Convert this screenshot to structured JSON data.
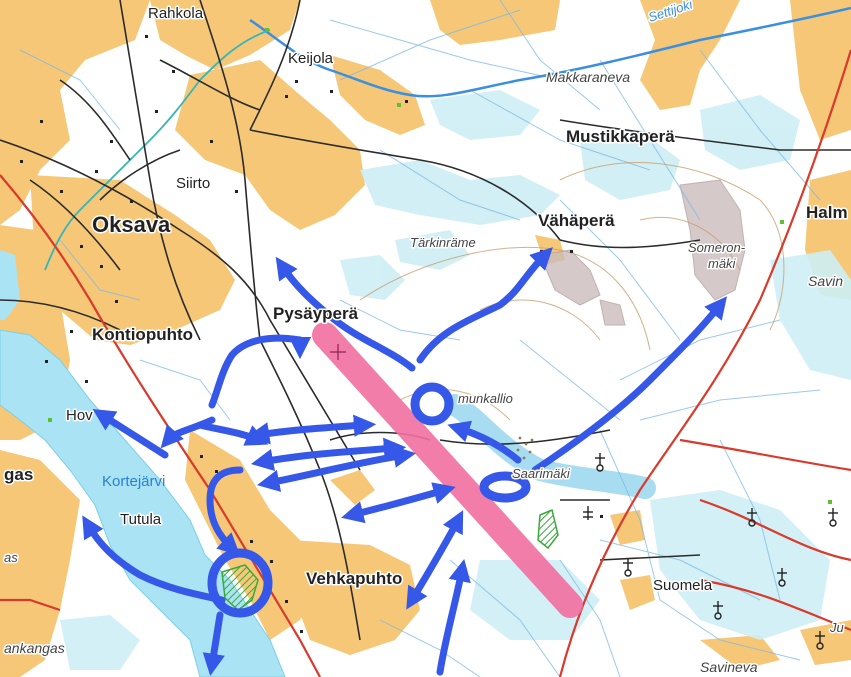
{
  "map": {
    "labels": {
      "rahkola": "Rahkola",
      "keijola": "Keijola",
      "settijoki": "Settijoki",
      "makkaraneva": "Makkaraneva",
      "mustikkapera": "Mustikkaperä",
      "siirto": "Siirto",
      "oksava": "Oksava",
      "vahapera": "Vähäperä",
      "tarkinrame": "Tärkinräme",
      "halm": "Halm",
      "someron": "Someron-",
      "maki": "mäki",
      "savin": "Savin",
      "pysayspera": "Pysäyperä",
      "kontiopuhto": "Kontiopuhto",
      "munkallio": "munkallio",
      "hov": "Hov",
      "gas": "gas",
      "kortejarvi": "Kortejärvi",
      "saarimaki": "Saarimäki",
      "tutula": "Tutula",
      "vehkapuhto": "Vehkapuhto",
      "suomela": "Suomela",
      "as": "as",
      "ankangas": "ankangas",
      "savineva": "Savineva",
      "ju": "Ju"
    },
    "colors": {
      "field": "#f6c777",
      "water": "#a9e3f4",
      "river": "#3b8fe0",
      "road": "#2b2b2b",
      "highway": "#d93a2b",
      "annotation_arrow": "#3658e8",
      "annotation_corridor": "#f26fa0",
      "boundary": "#c8a070",
      "rock": "#a89898"
    }
  }
}
